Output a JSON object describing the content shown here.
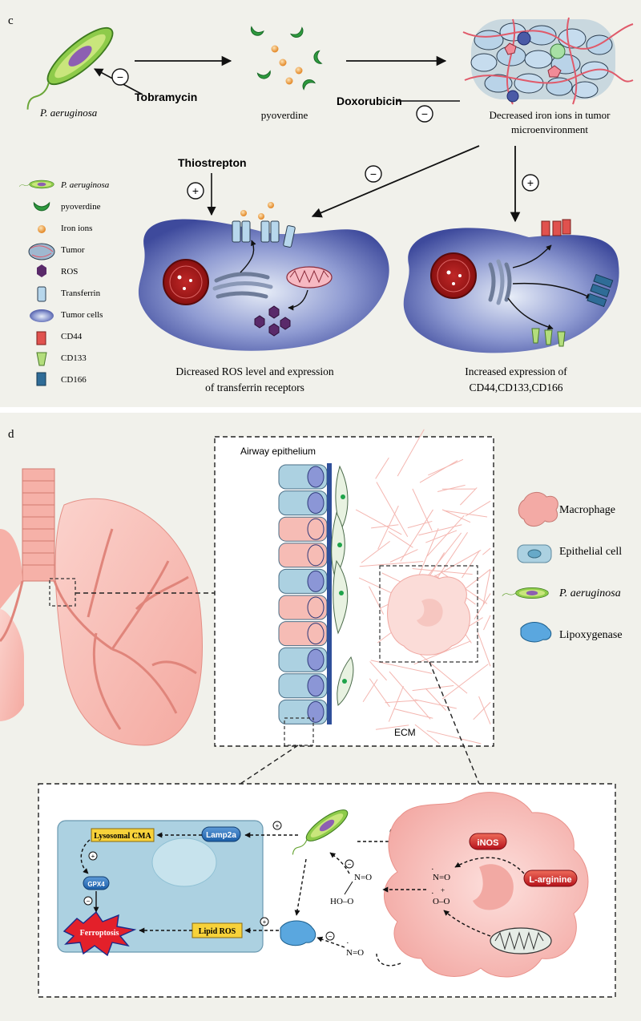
{
  "panel_c": {
    "letter": "c",
    "bacterium_label": "P. aeruginosa",
    "tobramycin": "Tobramycin",
    "pyoverdine": "pyoverdine",
    "doxorubicin": "Doxorubicin",
    "tumor_label_line1": "Decreased iron ions in tumor",
    "tumor_label_line2": "microenvironment",
    "thiostrepton": "Thiostrepton",
    "minus": "−",
    "plus": "+",
    "left_caption_line1": "Dicreased ROS level and expression",
    "left_caption_line2": "of transferrin receptors",
    "right_caption_line1": "Increased expression of",
    "right_caption_line2": "CD44,CD133,CD166",
    "legend": [
      {
        "icon": "bacterium-icon",
        "label": "P. aeruginosa"
      },
      {
        "icon": "pyoverdine-icon",
        "label": "pyoverdine"
      },
      {
        "icon": "iron-ion-icon",
        "label": "Iron ions"
      },
      {
        "icon": "tumor-icon",
        "label": "Tumor"
      },
      {
        "icon": "ros-icon",
        "label": "ROS"
      },
      {
        "icon": "transferrin-icon",
        "label": "Transferrin"
      },
      {
        "icon": "tumor-cell-icon",
        "label": "Tumor cells"
      },
      {
        "icon": "cd44-icon",
        "label": "CD44"
      },
      {
        "icon": "cd133-icon",
        "label": "CD133"
      },
      {
        "icon": "cd166-icon",
        "label": "CD166"
      }
    ],
    "colors": {
      "background": "#f1f1eb",
      "cell": "#4a55a8",
      "cd44": "#e0524e",
      "cd133": "#b3dd7c",
      "cd166": "#2f6c97"
    }
  },
  "panel_d": {
    "letter": "d",
    "airway": "Airway epithelium",
    "ecm": "ECM",
    "legend": [
      {
        "icon": "macrophage-icon",
        "label": "Macrophage"
      },
      {
        "icon": "epithelial-cell-icon",
        "label": "Epithelial cell"
      },
      {
        "icon": "bacterium-icon",
        "label": "P. aeruginosa"
      },
      {
        "icon": "lipoxygenase-icon",
        "label": "Lipoxygenase"
      }
    ],
    "lysosomal_cma": "Lysosomal CMA",
    "lamp2a": "Lamp2a",
    "gpx4": "GPX4",
    "ferroptosis": "Ferroptosis",
    "lipid_ros": "Lipid ROS",
    "inos": "iNOS",
    "l_arginine": "L-arginine",
    "no_label": "N=O",
    "oo_label": "O–O",
    "peroxynitrite": "HO–O",
    "plus_circle": "+",
    "minus_circle": "−",
    "colors": {
      "background": "#f1f1eb",
      "cell_box": "#acd1e1",
      "macrophage": "#f6b5b1",
      "label_box": "#f7d23a",
      "ferroptosis": "#e3202a"
    }
  }
}
